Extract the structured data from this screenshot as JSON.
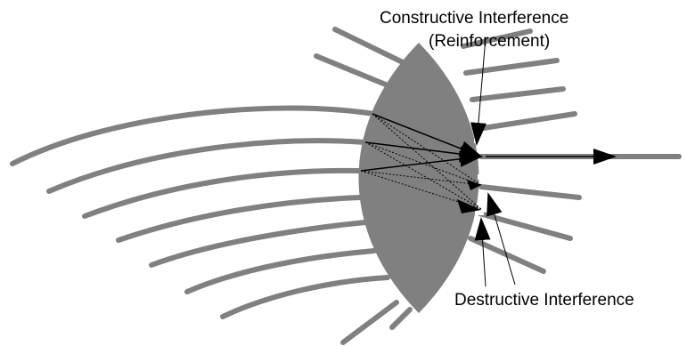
{
  "labels": {
    "constructive_line1": "Constructive Interference",
    "constructive_line2": "(Reinforcement)",
    "destructive": "Destructive Interference"
  },
  "colors": {
    "wave_lines": "#808080",
    "lens": "#808080",
    "arrows": "#000000",
    "text": "#000000",
    "background": "#ffffff"
  }
}
